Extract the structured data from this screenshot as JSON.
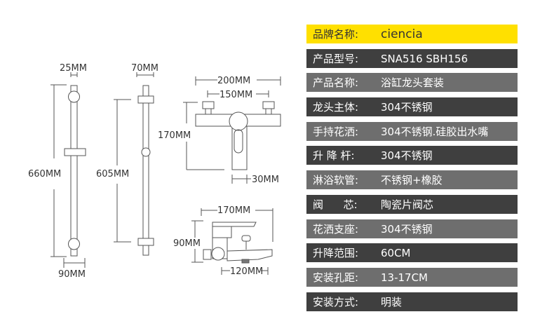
{
  "dimensions": {
    "bar_width": "25MM",
    "bar_length": "660MM",
    "bar_base": "90MM",
    "bracket_width": "70MM",
    "bracket_spacing": "605MM",
    "faucet_width": "200MM",
    "faucet_inlet_spacing": "150MM",
    "faucet_height": "170MM",
    "spout_width": "30MM",
    "side_length": "170MM",
    "side_height": "90MM",
    "side_base": "120MM"
  },
  "specs": [
    {
      "label": "品牌名称:",
      "value": "ciencia",
      "style": "yellow"
    },
    {
      "label": "产品型号:",
      "value": "SNA516  SBH156",
      "style": "dark"
    },
    {
      "label": "产品名称:",
      "value": "浴缸龙头套装",
      "style": "gray"
    },
    {
      "label": "龙头主体:",
      "value": "304不锈钢",
      "style": "dark"
    },
    {
      "label": "手持花洒:",
      "value": "304不锈钢.硅胶出水嘴",
      "style": "gray"
    },
    {
      "label": "升 降 杆:",
      "value": "304不锈钢",
      "style": "dark"
    },
    {
      "label": "淋浴软管:",
      "value": "不锈钢+橡胶",
      "style": "gray"
    },
    {
      "label": "阀      芯:",
      "value": "陶瓷片阀芯",
      "style": "dark"
    },
    {
      "label": "花洒支座:",
      "value": "304不锈钢",
      "style": "gray"
    },
    {
      "label": "升降范围:",
      "value": "60CM",
      "style": "dark"
    },
    {
      "label": "安装孔距:",
      "value": "13-17CM",
      "style": "gray"
    },
    {
      "label": "安装方式:",
      "value": "明装",
      "style": "dark"
    }
  ],
  "colors": {
    "yellow": "#ffe000",
    "dark": "#3f3f3f",
    "gray": "#6e6e6e"
  }
}
